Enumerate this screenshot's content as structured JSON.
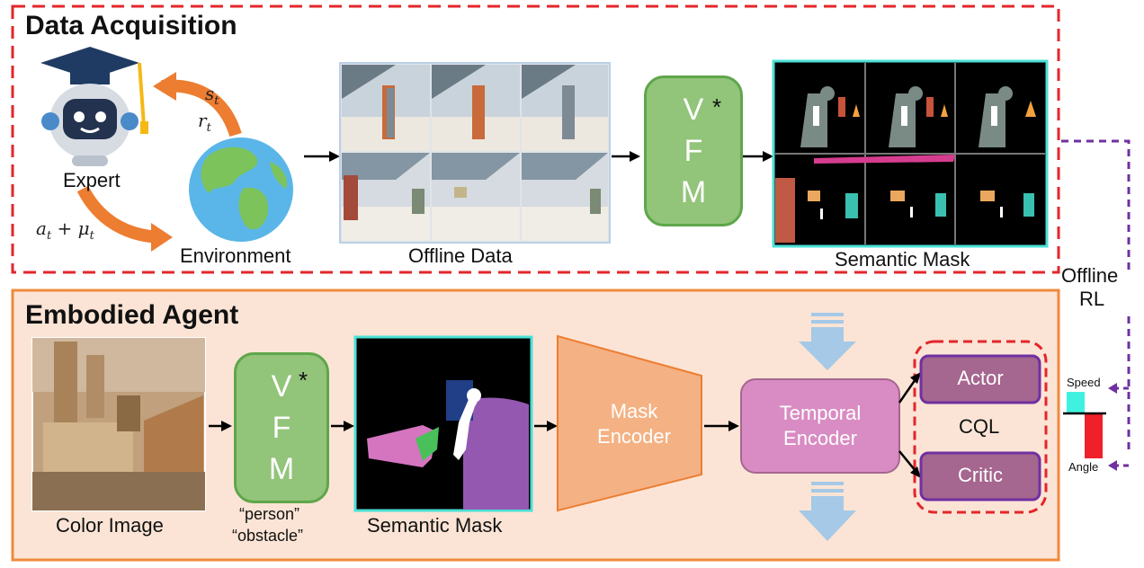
{
  "data_acquisition": {
    "title": "Data Acquisition",
    "expert_label": "Expert",
    "environment_label": "Environment",
    "state_label": "s",
    "state_sub": "t",
    "reward_label": "r",
    "reward_sub": "t",
    "action_label": "a",
    "action_sub": "t",
    "action_plus": " + μ",
    "noise_sub": "t",
    "offline_data_label": "Offline Data",
    "vfm_letters": [
      "V",
      "F",
      "M"
    ],
    "vfm_star": "*",
    "semantic_mask_label": "Semantic Mask"
  },
  "offline_rl_label_1": "Offline",
  "offline_rl_label_2": "RL",
  "embodied_agent": {
    "title": "Embodied Agent",
    "color_image_label": "Color Image",
    "vfm_letters": [
      "V",
      "F",
      "M"
    ],
    "vfm_star": "*",
    "prompt_person": "“person”",
    "prompt_obstacle": "“obstacle”",
    "semantic_mask_label": "Semantic Mask",
    "mask_encoder_line1": "Mask",
    "mask_encoder_line2": "Encoder",
    "temporal_encoder_line1": "Temporal",
    "temporal_encoder_line2": "Encoder",
    "actor_label": "Actor",
    "critic_label": "Critic",
    "cql_label": "CQL",
    "speed_label": "Speed",
    "angle_label": "Angle"
  },
  "colors": {
    "dashed_red": "#e3262b",
    "agent_bg": "#fbe4d5",
    "agent_border": "#ef8a3d",
    "vfm_green": "#92c47a",
    "mask_encoder": "#f4b183",
    "temporal_encoder": "#d98cc3",
    "actor_critic": "#a5668f",
    "purple_dashed": "#7030a0",
    "cyan_border": "#4be0d6",
    "speed_bar": "#3ff2e0",
    "angle_bar": "#f0202a"
  }
}
